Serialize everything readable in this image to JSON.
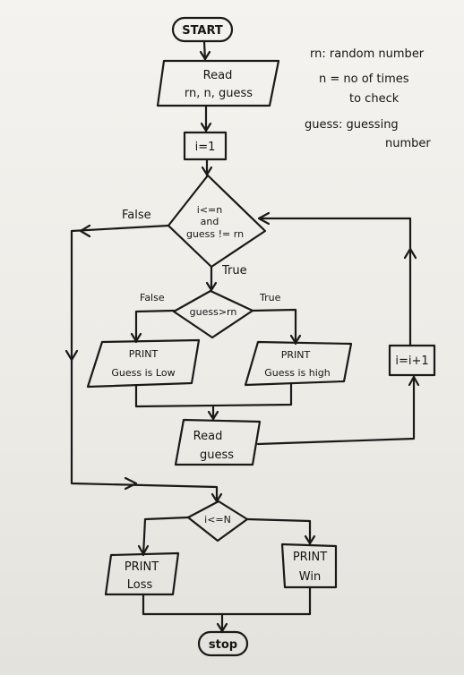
{
  "nodes": {
    "start": "START",
    "read_1_line1": "Read",
    "read_1_line2": "rn, n, guess",
    "init": "i=1",
    "loop_cond_line1": "i<=n",
    "loop_cond_line2": "and",
    "loop_cond_line3": "guess != rn",
    "compare": "guess>rn",
    "print_low_line1": "PRINT",
    "print_low_line2": "Guess is Low",
    "print_high_line1": "PRINT",
    "print_high_line2": "Guess is high",
    "read_2_line1": "Read",
    "read_2_line2": "guess",
    "increment": "i=i+1",
    "final_cond": "i<=N",
    "print_loss_line1": "PRINT",
    "print_loss_line2": "Loss",
    "print_win_line1": "PRINT",
    "print_win_line2": "Win",
    "stop": "stop"
  },
  "edge_labels": {
    "loop_false": "False",
    "loop_true": "True",
    "compare_false": "False",
    "compare_true": "True"
  },
  "legend": {
    "line1": "rn: random number",
    "line2": "n = no of times",
    "line3": "to check",
    "line4": "guess: guessing",
    "line5": "number"
  },
  "colors": {
    "ink": "#1a1a1a",
    "paper": "#f1f0ec"
  }
}
